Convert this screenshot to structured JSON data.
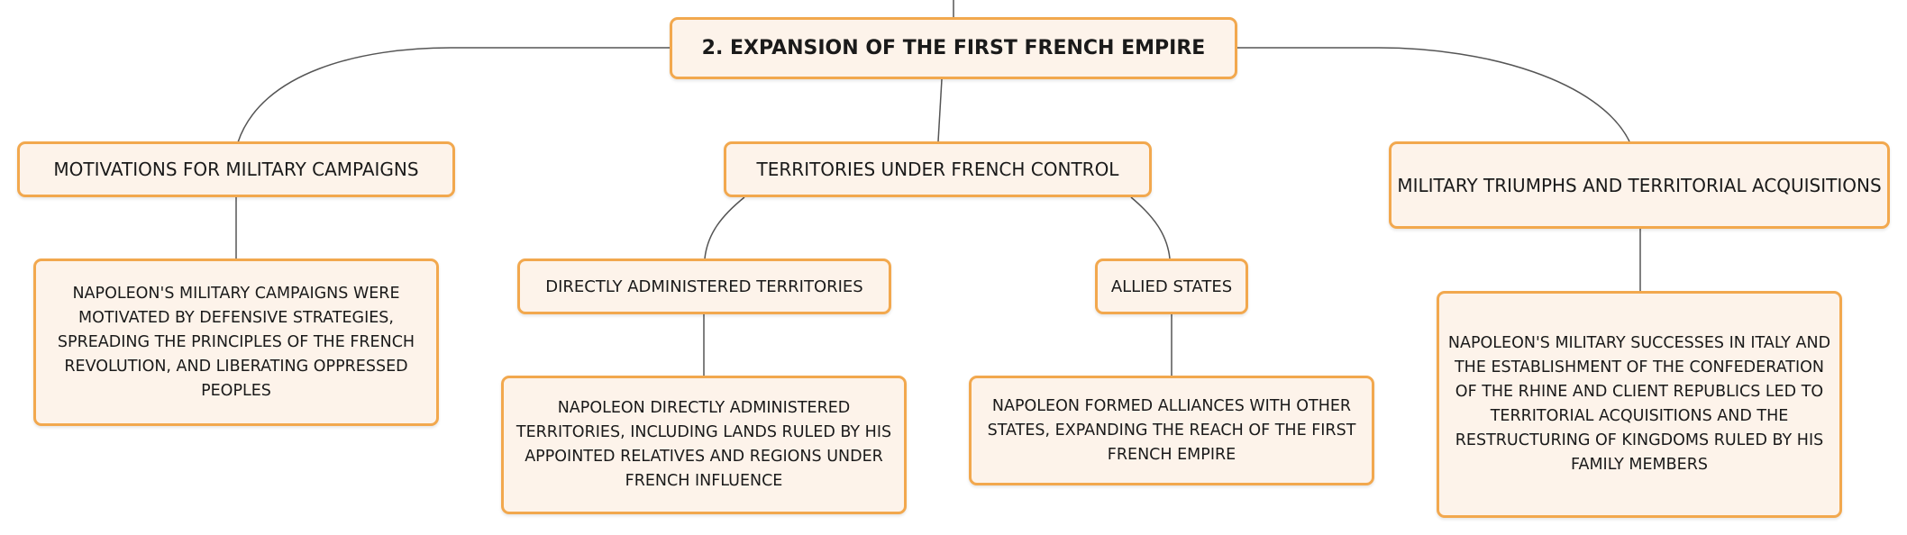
{
  "diagram": {
    "root": {
      "label": "2. EXPANSION OF THE FIRST FRENCH EMPIRE"
    },
    "branches": [
      {
        "label": "MOTIVATIONS FOR MILITARY CAMPAIGNS",
        "detail": "NAPOLEON'S MILITARY CAMPAIGNS WERE MOTIVATED BY DEFENSIVE STRATEGIES, SPREADING THE PRINCIPLES OF THE FRENCH REVOLUTION, AND LIBERATING OPPRESSED PEOPLES"
      },
      {
        "label": "TERRITORIES UNDER FRENCH CONTROL",
        "children": [
          {
            "label": "DIRECTLY ADMINISTERED TERRITORIES",
            "detail": "NAPOLEON DIRECTLY ADMINISTERED TERRITORIES, INCLUDING LANDS RULED BY HIS APPOINTED RELATIVES AND REGIONS UNDER FRENCH INFLUENCE"
          },
          {
            "label": "ALLIED STATES",
            "detail": "NAPOLEON FORMED ALLIANCES WITH OTHER STATES, EXPANDING THE REACH OF THE FIRST FRENCH EMPIRE"
          }
        ]
      },
      {
        "label": "MILITARY TRIUMPHS AND TERRITORIAL ACQUISITIONS",
        "detail": "NAPOLEON'S MILITARY SUCCESSES IN ITALY AND THE ESTABLISHMENT OF THE CONFEDERATION OF THE RHINE AND CLIENT REPUBLICS LED TO TERRITORIAL ACQUISITIONS AND THE RESTRUCTURING OF KINGDOMS RULED BY HIS FAMILY MEMBERS"
      }
    ]
  },
  "colors": {
    "node_fill": "#fdf3ea",
    "node_border": "#f2a84e",
    "connector": "#555555",
    "text": "#1a1a1a"
  }
}
